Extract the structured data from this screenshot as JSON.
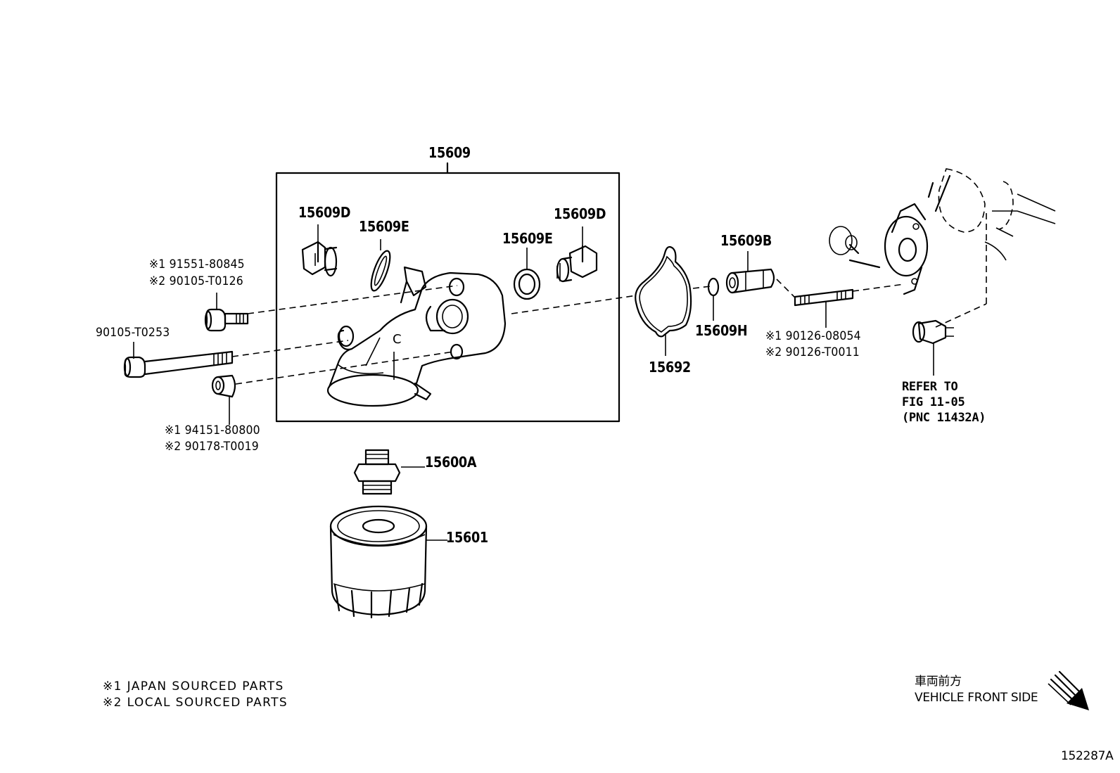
{
  "diagram": {
    "assembly_label": "15609",
    "figure_number": "152287A",
    "parts": {
      "p15609D_left": "15609D",
      "p15609E_left": "15609E",
      "p15609D_right": "15609D",
      "p15609E_right": "15609E",
      "p15609B": "15609B",
      "p15609H": "15609H",
      "p15692": "15692",
      "p15600A": "15600A",
      "p15601": "15601",
      "p90105_T0253": "90105-T0253"
    },
    "dual_parts": {
      "bolt_top": {
        "line1": "※1 91551-80845",
        "line2": "※2 90105-T0126"
      },
      "stud": {
        "line1": "※1 90126-08054",
        "line2": "※2 90126-T0011"
      },
      "collar": {
        "line1": "※1 94151-80800",
        "line2": "※2 90178-T0019"
      }
    },
    "reference": {
      "line1": "REFER TO",
      "line2": "FIG 11-05",
      "line3": "(PNC 11432A)"
    },
    "legend": {
      "item1": "※1 JAPAN SOURCED PARTS",
      "item2": "※2 LOCAL SOURCED PARTS"
    },
    "orientation": {
      "jp": "車両前方",
      "en": "VEHICLE FRONT SIDE"
    },
    "housing_letter": "C"
  }
}
